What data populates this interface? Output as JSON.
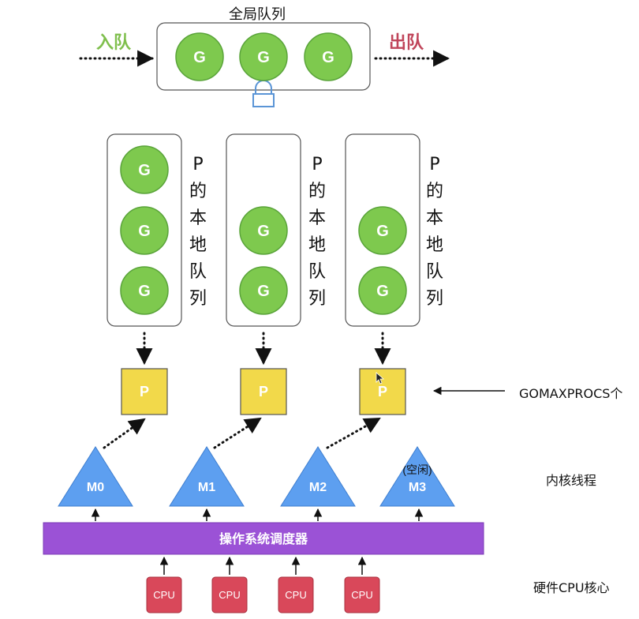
{
  "global_queue": {
    "title": "全局队列",
    "enqueue_label": "入队",
    "dequeue_label": "出队",
    "goroutines": [
      "G",
      "G",
      "G"
    ]
  },
  "local_queues": [
    {
      "label": "P的本地队列",
      "goroutines": [
        "G",
        "G",
        "G"
      ]
    },
    {
      "label": "P的本地队列",
      "goroutines": [
        "G",
        "G"
      ]
    },
    {
      "label": "P的本地队列",
      "goroutines": [
        "G",
        "G"
      ]
    }
  ],
  "processors": [
    "P",
    "P",
    "P"
  ],
  "gomaxprocs_label": "GOMAXPROCS个",
  "threads": [
    {
      "name": "M0",
      "note": ""
    },
    {
      "name": "M1",
      "note": ""
    },
    {
      "name": "M2",
      "note": ""
    },
    {
      "name": "M3",
      "note": "(空闲)"
    }
  ],
  "kernel_thread_label": "内核线程",
  "scheduler_label": "操作系统调度器",
  "cpus": [
    "CPU",
    "CPU",
    "CPU",
    "CPU"
  ],
  "hardware_label": "硬件CPU核心",
  "colors": {
    "goroutine": "#7ec94e",
    "goroutine_stroke": "#5aa43a",
    "processor": "#f2d94a",
    "thread": "#5d9ff0",
    "scheduler": "#9b52d6",
    "cpu": "#d9485a",
    "lock": "#5b95d6"
  }
}
